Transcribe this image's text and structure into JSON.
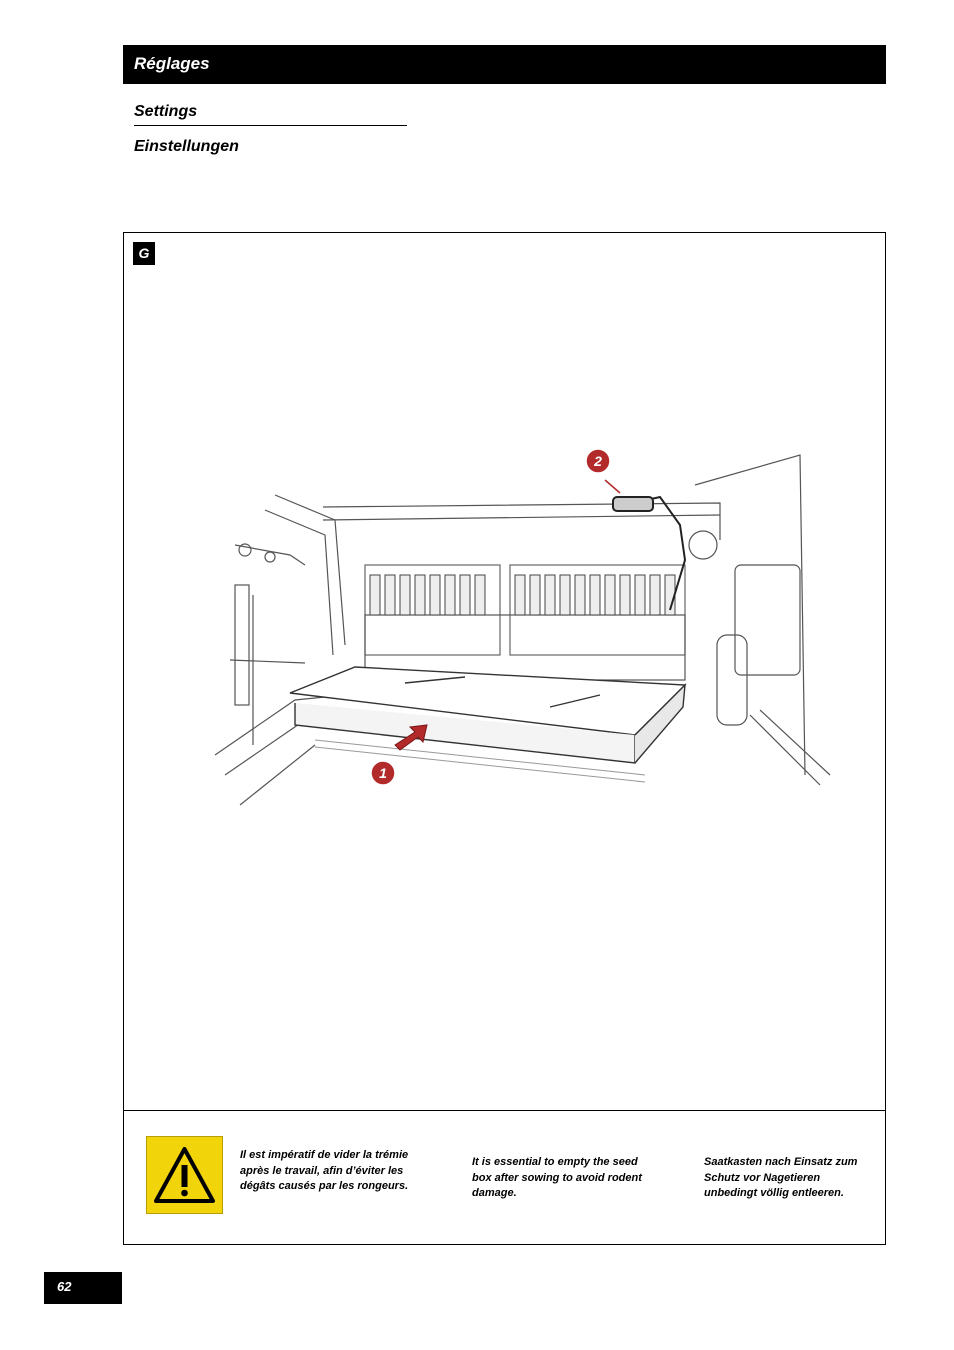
{
  "header": {
    "title": "Réglages"
  },
  "subtitles": {
    "en": "Settings",
    "de": "Einstellungen"
  },
  "figure": {
    "label": "G",
    "callouts": [
      "1",
      "2"
    ]
  },
  "notice": {
    "icon": "warning-triangle-icon",
    "accent_color": "#f2d40a",
    "fr": "Il est impératif de vider la trémie après le travail, afin d’éviter les dégâts causés par les rongeurs.",
    "en": "It is essential to empty the seed box after sowing to avoid rodent damage.",
    "de": "Saatkasten nach Einsatz zum Schutz vor Nagetieren unbedingt völlig entleeren."
  },
  "footer": {
    "page_number": "62"
  }
}
